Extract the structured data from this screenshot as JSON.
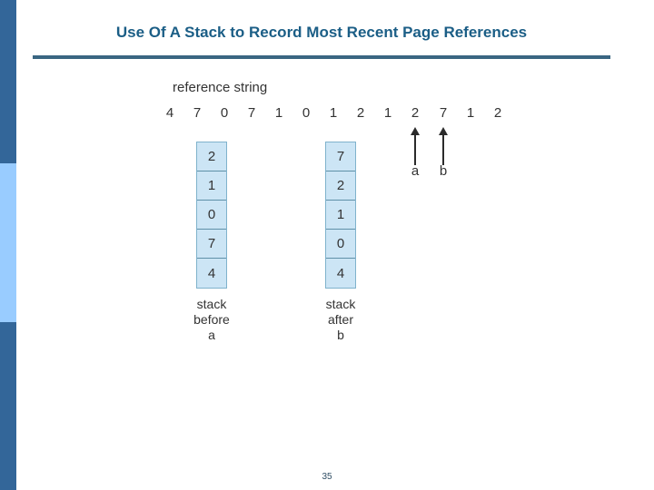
{
  "slide": {
    "title": "Use Of A Stack to Record Most Recent Page References",
    "page_number": "35"
  },
  "theme": {
    "sidebar_dark": "#336699",
    "sidebar_light": "#99ccff",
    "title_color": "#1b5e86",
    "rule_color": "#3a6682",
    "box_fill": "#cce5f5",
    "box_border": "#5e90a8"
  },
  "figure": {
    "reference_string_label": "reference string",
    "reference_string": [
      "4",
      "7",
      "0",
      "7",
      "1",
      "0",
      "1",
      "2",
      "1",
      "2",
      "7",
      "1",
      "2"
    ],
    "pointers": [
      {
        "name": "a",
        "label": "a"
      },
      {
        "name": "b",
        "label": "b"
      }
    ],
    "stacks": [
      {
        "id": "stack-before-a",
        "cells": [
          "2",
          "1",
          "0",
          "7",
          "4"
        ],
        "caption": "stack\nbefore\na",
        "caption_lines": [
          "stack",
          "before",
          "a"
        ]
      },
      {
        "id": "stack-after-b",
        "cells": [
          "7",
          "2",
          "1",
          "0",
          "4"
        ],
        "caption": "stack\nafter\nb",
        "caption_lines": [
          "stack",
          "after",
          "b"
        ]
      }
    ]
  }
}
